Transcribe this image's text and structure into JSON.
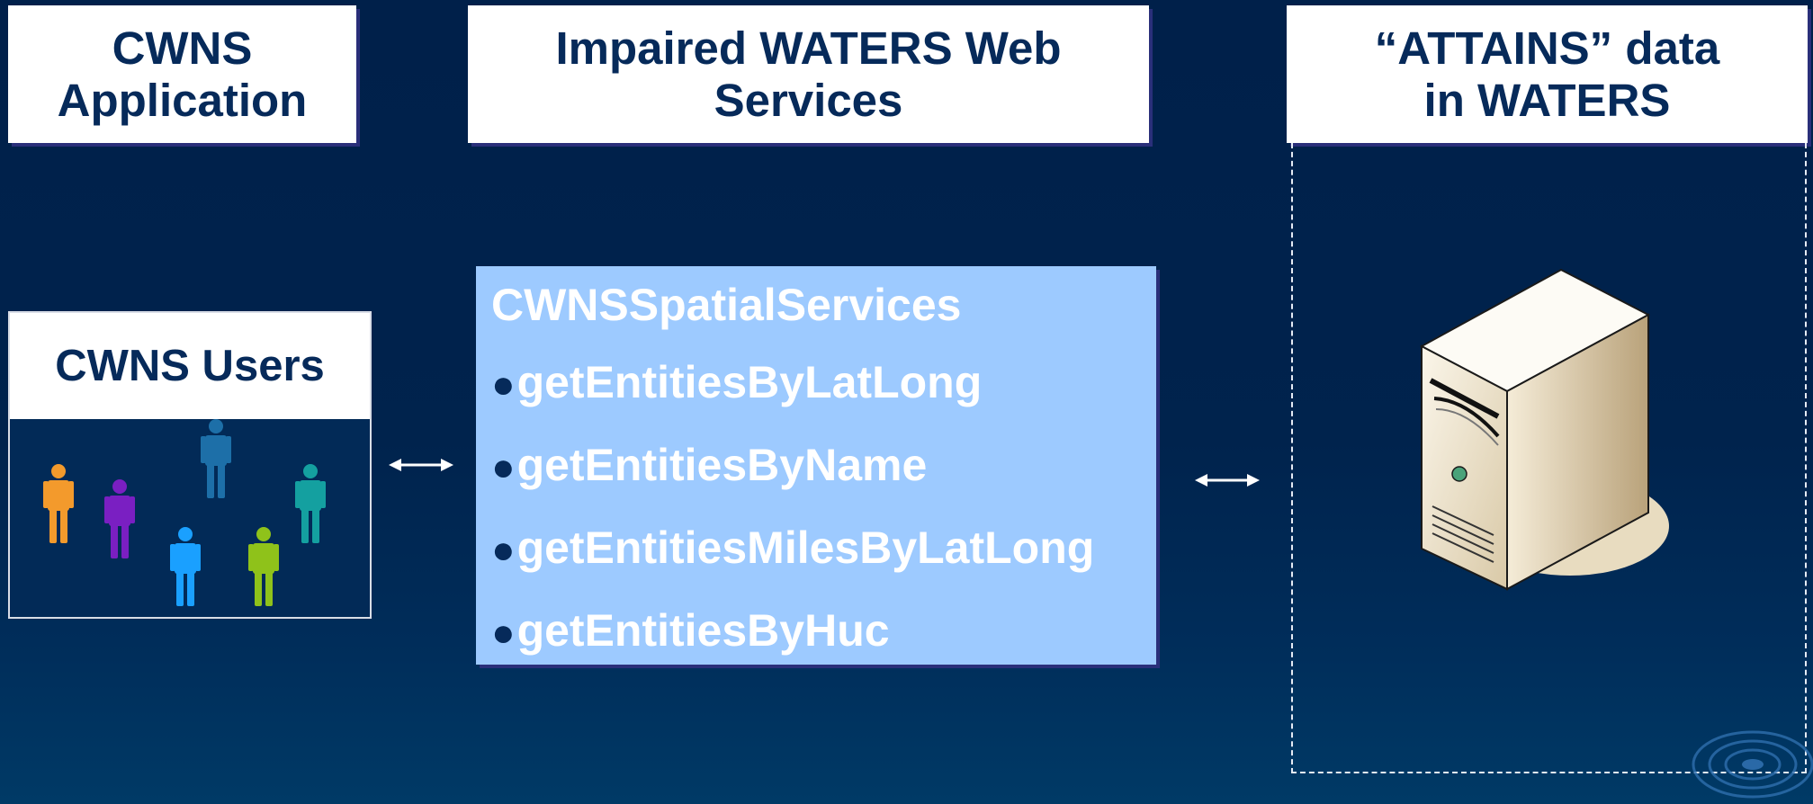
{
  "headers": {
    "cwns_app": [
      "CWNS",
      "Application"
    ],
    "waters_ws": [
      "Impaired WATERS Web",
      "Services"
    ],
    "attains": [
      "“ATTAINS” data",
      "in WATERS"
    ]
  },
  "users_panel": {
    "title": "CWNS Users",
    "people_colors": [
      "#f39a2c",
      "#7a1fc2",
      "#1d6fa8",
      "#1aa0ff",
      "#8fc21a",
      "#14a0a0"
    ]
  },
  "services": {
    "title": "CWNSSpatialServices",
    "bullet": "●",
    "methods": [
      "getEntitiesByLatLong",
      "getEntitiesByName",
      "getEntitiesMilesByLatLong",
      "getEntitiesByHuc"
    ]
  },
  "colors": {
    "background": "#00204a",
    "services_fill": "#9dcaff",
    "header_text": "#062a5a"
  },
  "icons": [
    "person-icon",
    "double-arrow-icon",
    "server-icon",
    "water-ripple-logo"
  ]
}
